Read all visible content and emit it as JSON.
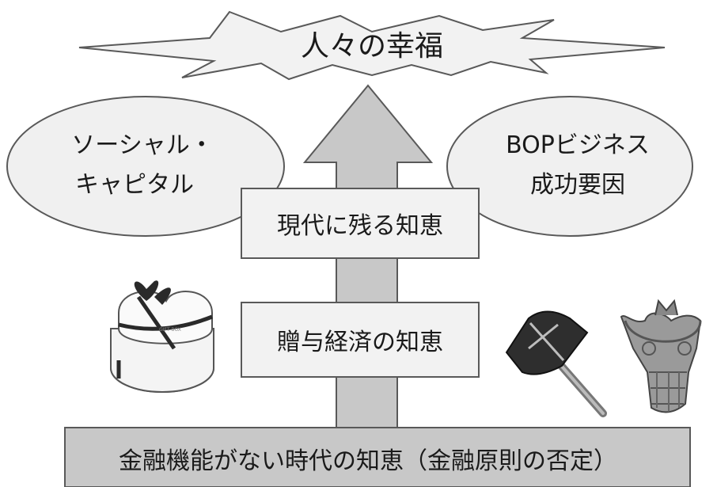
{
  "title": "人々の幸福",
  "left_ellipse": {
    "line1": "ソーシャル・",
    "line2": "キャピタル"
  },
  "right_ellipse": {
    "line1": "BOPビジネス",
    "line2": "成功要因"
  },
  "upper_box": "現代に残る知恵",
  "middle_box": "贈与経済の知恵",
  "base_box": "金融機能がない時代の知恵（金融原則の否定）",
  "gift_box_text": "GIFT BOX",
  "colors": {
    "arrow_fill": "#c8c8c8",
    "box_fill": "#f2f2f2",
    "base_fill": "#c8c8c8",
    "star_fill": "#f2f2f2",
    "ellipse_fill": "#f0f0f0",
    "outline": "#595959"
  }
}
